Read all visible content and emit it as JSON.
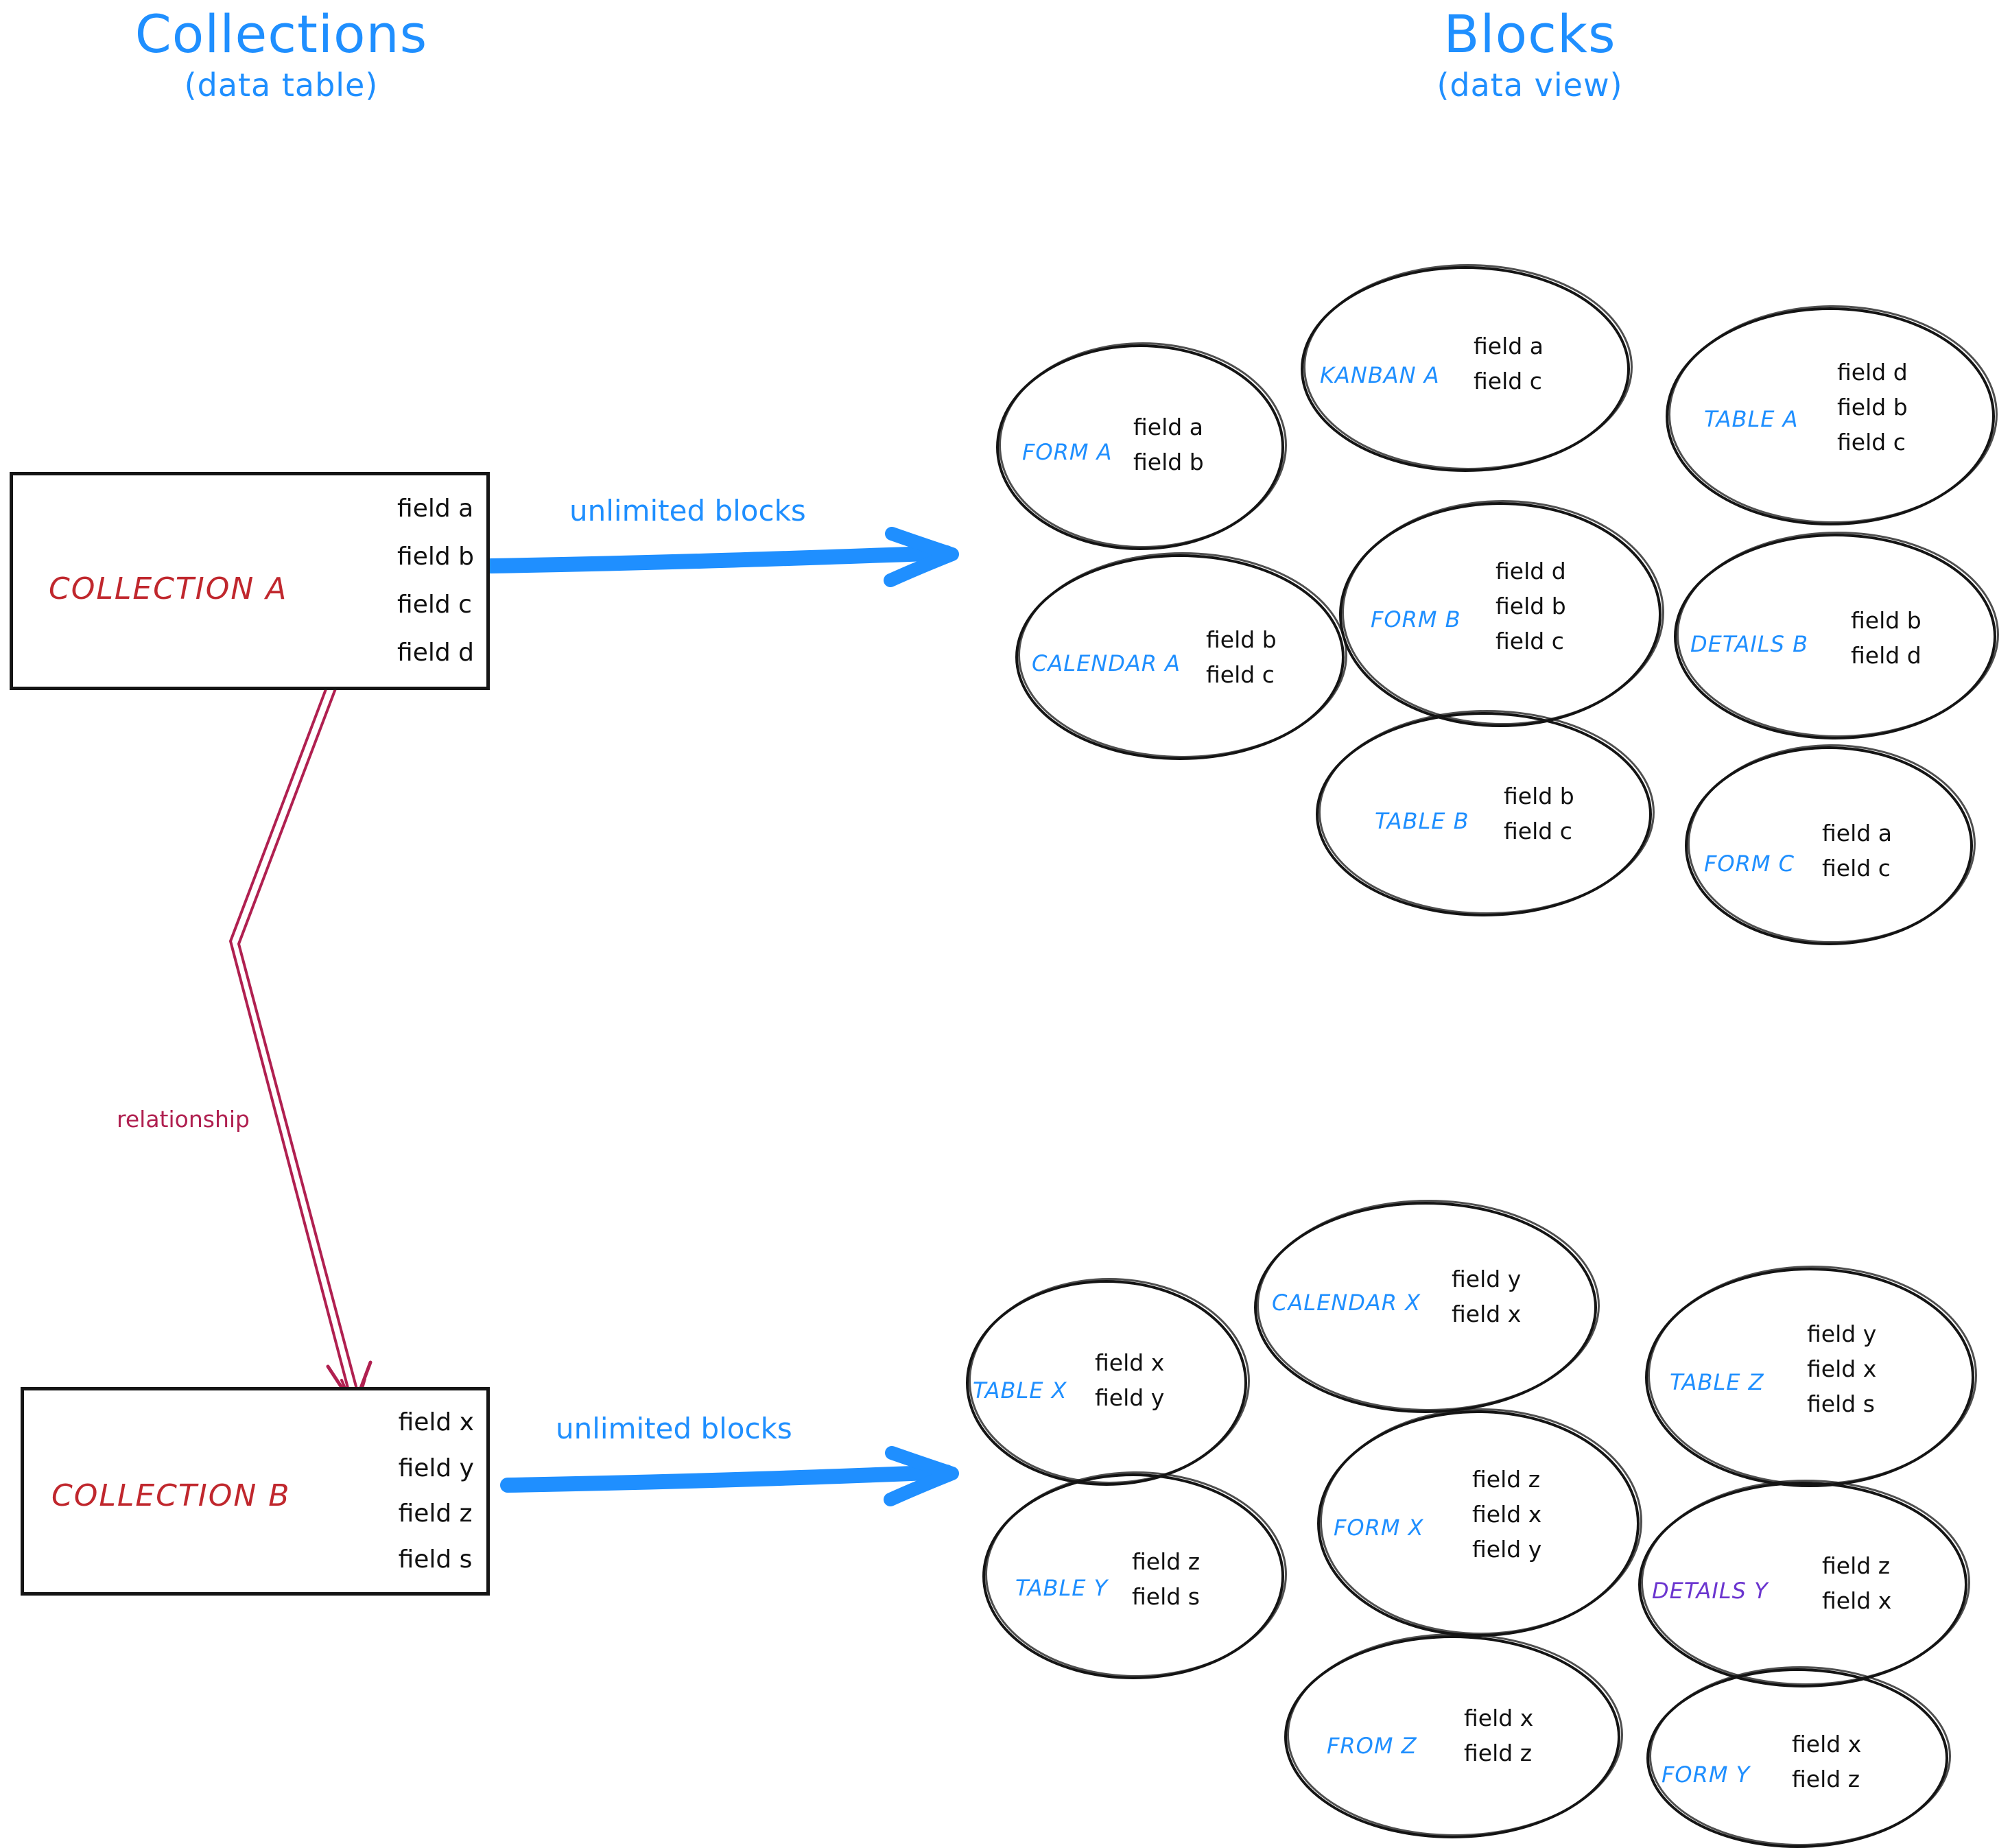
{
  "headings": {
    "left": {
      "main": "Collections",
      "sub": "(data table)"
    },
    "right": {
      "main": "Blocks",
      "sub": "(data view)"
    }
  },
  "colors": {
    "accent_blue": "#1f8fff",
    "collection_red": "#c0272d",
    "relationship_magenta": "#b02050",
    "details_purple": "#6b35cf",
    "ink_black": "#141414"
  },
  "collections": [
    {
      "name": "COLLECTION A",
      "fields": [
        "field a",
        "field b",
        "field c",
        "field d"
      ]
    },
    {
      "name": "COLLECTION B",
      "fields": [
        "field x",
        "field y",
        "field z",
        "field s"
      ]
    }
  ],
  "arrows": [
    {
      "label": "unlimited blocks"
    },
    {
      "label": "unlimited blocks"
    }
  ],
  "relationship": {
    "label": "relationship"
  },
  "block_groups": [
    {
      "for_collection": "COLLECTION A",
      "blocks": [
        {
          "name": "FORM A",
          "color": "blue",
          "fields": [
            "field a",
            "field b"
          ]
        },
        {
          "name": "KANBAN A",
          "color": "blue",
          "fields": [
            "field a",
            "field c"
          ]
        },
        {
          "name": "TABLE A",
          "color": "blue",
          "fields": [
            "field d",
            "field b",
            "field c"
          ]
        },
        {
          "name": "CALENDAR A",
          "color": "blue",
          "fields": [
            "field b",
            "field c"
          ]
        },
        {
          "name": "FORM B",
          "color": "blue",
          "fields": [
            "field d",
            "field b",
            "field c"
          ]
        },
        {
          "name": "DETAILS B",
          "color": "blue",
          "fields": [
            "field b",
            "field d"
          ]
        },
        {
          "name": "TABLE B",
          "color": "blue",
          "fields": [
            "field b",
            "field c"
          ]
        },
        {
          "name": "FORM C",
          "color": "blue",
          "fields": [
            "field a",
            "field c"
          ]
        }
      ]
    },
    {
      "for_collection": "COLLECTION B",
      "blocks": [
        {
          "name": "TABLE X",
          "color": "blue",
          "fields": [
            "field x",
            "field y"
          ]
        },
        {
          "name": "CALENDAR X",
          "color": "blue",
          "fields": [
            "field y",
            "field x"
          ]
        },
        {
          "name": "TABLE Z",
          "color": "blue",
          "fields": [
            "field y",
            "field x",
            "field s"
          ]
        },
        {
          "name": "TABLE Y",
          "color": "blue",
          "fields": [
            "field z",
            "field s"
          ]
        },
        {
          "name": "FORM X",
          "color": "blue",
          "fields": [
            "field z",
            "field x",
            "field y"
          ]
        },
        {
          "name": "DETAILS Y",
          "color": "purple",
          "fields": [
            "field z",
            "field x"
          ]
        },
        {
          "name": "FROM Z",
          "color": "blue",
          "fields": [
            "field x",
            "field z"
          ]
        },
        {
          "name": "FORM Y",
          "color": "blue",
          "fields": [
            "field x",
            "field z"
          ]
        }
      ]
    }
  ]
}
